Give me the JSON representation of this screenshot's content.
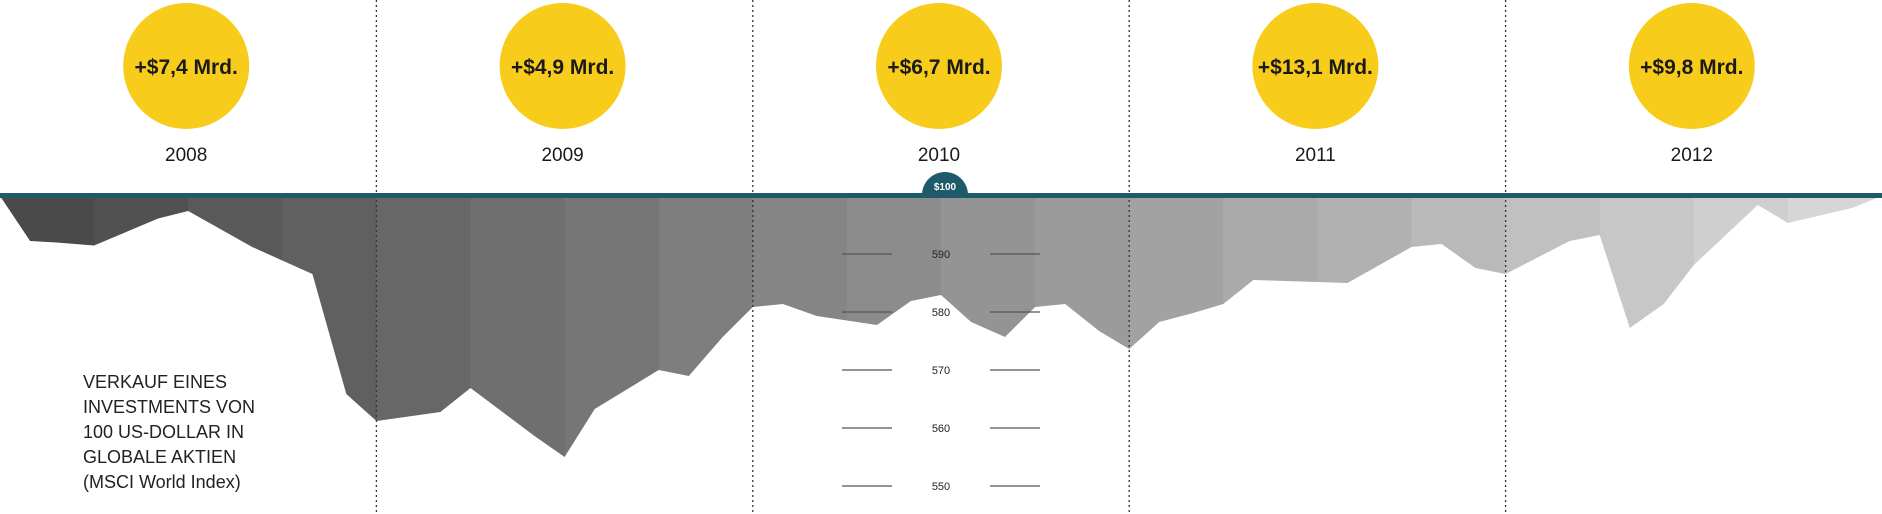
{
  "chart_data": {
    "type": "area",
    "title": "",
    "colors": {
      "bubble": "#F8CC1B",
      "baseline": "#1F5A6A",
      "badge": "#1F5A6A",
      "divider": "#333333",
      "ruler": "#555555",
      "area_dark": "#4A4A4A",
      "area_light": "#D6D6D6"
    },
    "years": [
      {
        "year": "2008",
        "value_label": "+$7,4 Mrd."
      },
      {
        "year": "2009",
        "value_label": "+$4,9 Mrd."
      },
      {
        "year": "2010",
        "value_label": "+$6,7 Mrd."
      },
      {
        "year": "2011",
        "value_label": "+$13,1 Mrd."
      },
      {
        "year": "2012",
        "value_label": "+$9,8 Mrd."
      }
    ],
    "baseline_badge": "$100",
    "scale_labels": [
      "590",
      "580",
      "570",
      "560",
      "550"
    ],
    "scale_values": [
      590,
      580,
      570,
      560,
      550
    ],
    "caption_lines": [
      "VERKAUF EINES",
      "INVESTMENTS VON",
      "100 US-DOLLAR IN",
      "GLOBALE AKTIEN",
      "(MSCI World Index)"
    ],
    "series": [
      {
        "years_x": [
          2008.0,
          2008.08,
          2008.15,
          2008.25,
          2008.42,
          2008.5,
          2008.67,
          2008.83,
          2008.92,
          2009.0,
          2009.17,
          2009.25,
          2009.42,
          2009.5,
          2009.58,
          2009.75,
          2009.83,
          2009.92,
          2010.0,
          2010.08,
          2010.17,
          2010.33,
          2010.42,
          2010.5,
          2010.58,
          2010.67,
          2010.75,
          2010.83,
          2010.92,
          2011.0,
          2011.08,
          2011.17,
          2011.25,
          2011.33,
          2011.58,
          2011.75,
          2011.83,
          2011.92,
          2012.0,
          2012.17,
          2012.25,
          2012.33,
          2012.42,
          2012.5,
          2012.67,
          2012.75,
          2012.92,
          2013.0
        ],
        "depth": [
          0,
          0.15,
          0.155,
          0.165,
          0.075,
          0.05,
          0.17,
          0.26,
          0.66,
          0.75,
          0.72,
          0.64,
          0.8,
          0.87,
          0.71,
          0.58,
          0.6,
          0.47,
          0.37,
          0.36,
          0.4,
          0.43,
          0.35,
          0.33,
          0.42,
          0.47,
          0.37,
          0.36,
          0.45,
          0.51,
          0.42,
          0.39,
          0.36,
          0.28,
          0.29,
          0.17,
          0.16,
          0.24,
          0.26,
          0.15,
          0.13,
          0.44,
          0.36,
          0.23,
          0.03,
          0.09,
          0.04,
          0.0
        ]
      }
    ]
  }
}
